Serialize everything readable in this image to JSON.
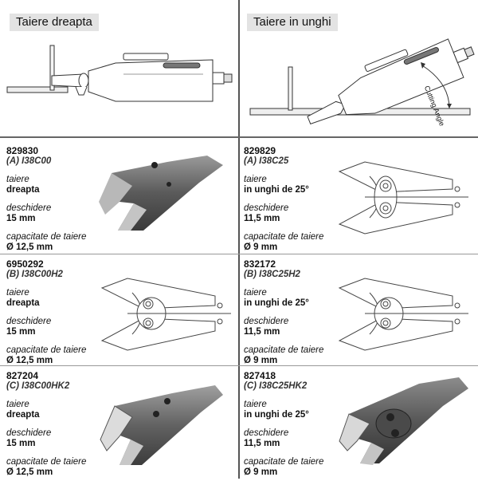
{
  "top": {
    "left_title": "Taiere dreapta",
    "right_title": "Taiere in unghi",
    "angle_label": "Cutting Angle"
  },
  "items": [
    {
      "code": "829830",
      "variant": "(A) I38C00",
      "l1": "taiere",
      "v1": "dreapta",
      "l2": "deschidere",
      "v2": "15 mm",
      "l3": "capacitate de taiere",
      "v3": "Ø 12,5 mm",
      "image": "photo"
    },
    {
      "code": "829829",
      "variant": "(A) I38C25",
      "l1": "taiere",
      "v1": "in unghi de 25°",
      "l2": "deschidere",
      "v2": "11,5 mm",
      "l3": "capacitate de taiere",
      "v3": "Ø 9 mm",
      "image": "drawing"
    },
    {
      "code": "6950292",
      "variant": "(B) I38C00H2",
      "l1": "taiere",
      "v1": "dreapta",
      "l2": "deschidere",
      "v2": "15 mm",
      "l3": "capacitate de taiere",
      "v3": "Ø 12,5 mm",
      "image": "drawing"
    },
    {
      "code": "832172",
      "variant": "(B) I38C25H2",
      "l1": "taiere",
      "v1": "in unghi de 25°",
      "l2": "deschidere",
      "v2": "11,5 mm",
      "l3": "capacitate de taiere",
      "v3": "Ø 9 mm",
      "image": "drawing"
    },
    {
      "code": "827204",
      "variant": "(C) I38C00HK2",
      "l1": "taiere",
      "v1": "dreapta",
      "l2": "deschidere",
      "v2": "15 mm",
      "l3": "capacitate de taiere",
      "v3": "Ø 12,5 mm",
      "image": "photo"
    },
    {
      "code": "827418",
      "variant": "(C) I38C25HK2",
      "l1": "taiere",
      "v1": "in unghi de 25°",
      "l2": "deschidere",
      "v2": "11,5 mm",
      "l3": "capacitate de taiere",
      "v3": "Ø 9 mm",
      "image": "photo"
    }
  ]
}
